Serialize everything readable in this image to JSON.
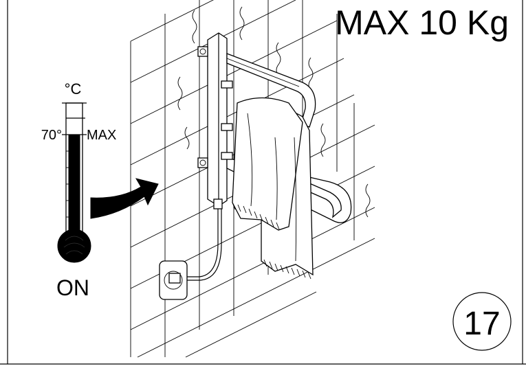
{
  "diagram": {
    "weight_label": "MAX 10 Kg",
    "thermometer": {
      "unit_label": "°C",
      "temperature_label": "70°",
      "setting_label": "MAX",
      "state_label": "ON"
    },
    "step_number": "17"
  }
}
